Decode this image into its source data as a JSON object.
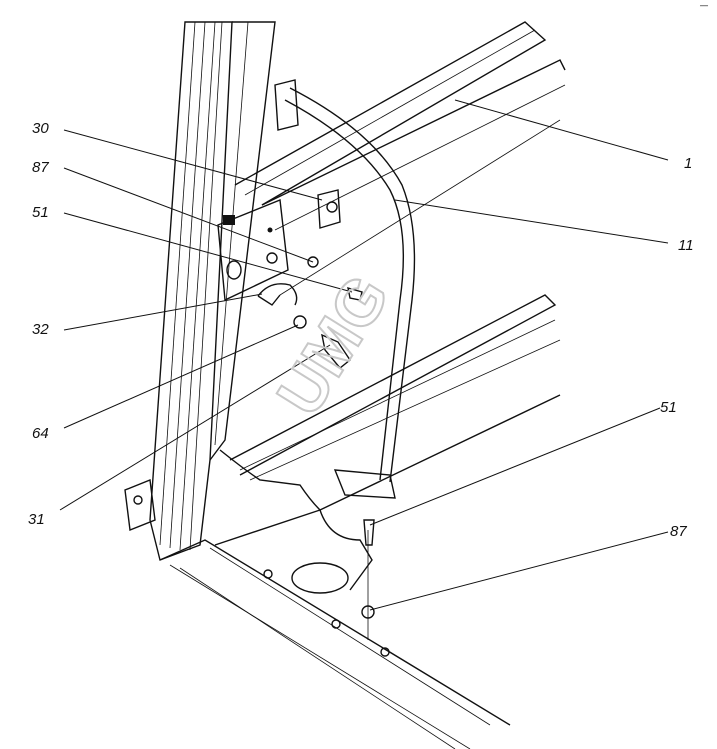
{
  "diagram": {
    "watermark": "UMG",
    "corner_mark": "—",
    "callouts_left": [
      {
        "id": "30",
        "label": "30"
      },
      {
        "id": "87",
        "label": "87"
      },
      {
        "id": "51",
        "label": "51"
      },
      {
        "id": "32",
        "label": "32"
      },
      {
        "id": "64",
        "label": "64"
      },
      {
        "id": "31",
        "label": "31"
      }
    ],
    "callouts_right": [
      {
        "id": "1",
        "label": "1"
      },
      {
        "id": "11",
        "label": "11"
      },
      {
        "id": "51b",
        "label": "51"
      },
      {
        "id": "87b",
        "label": "87"
      }
    ]
  }
}
